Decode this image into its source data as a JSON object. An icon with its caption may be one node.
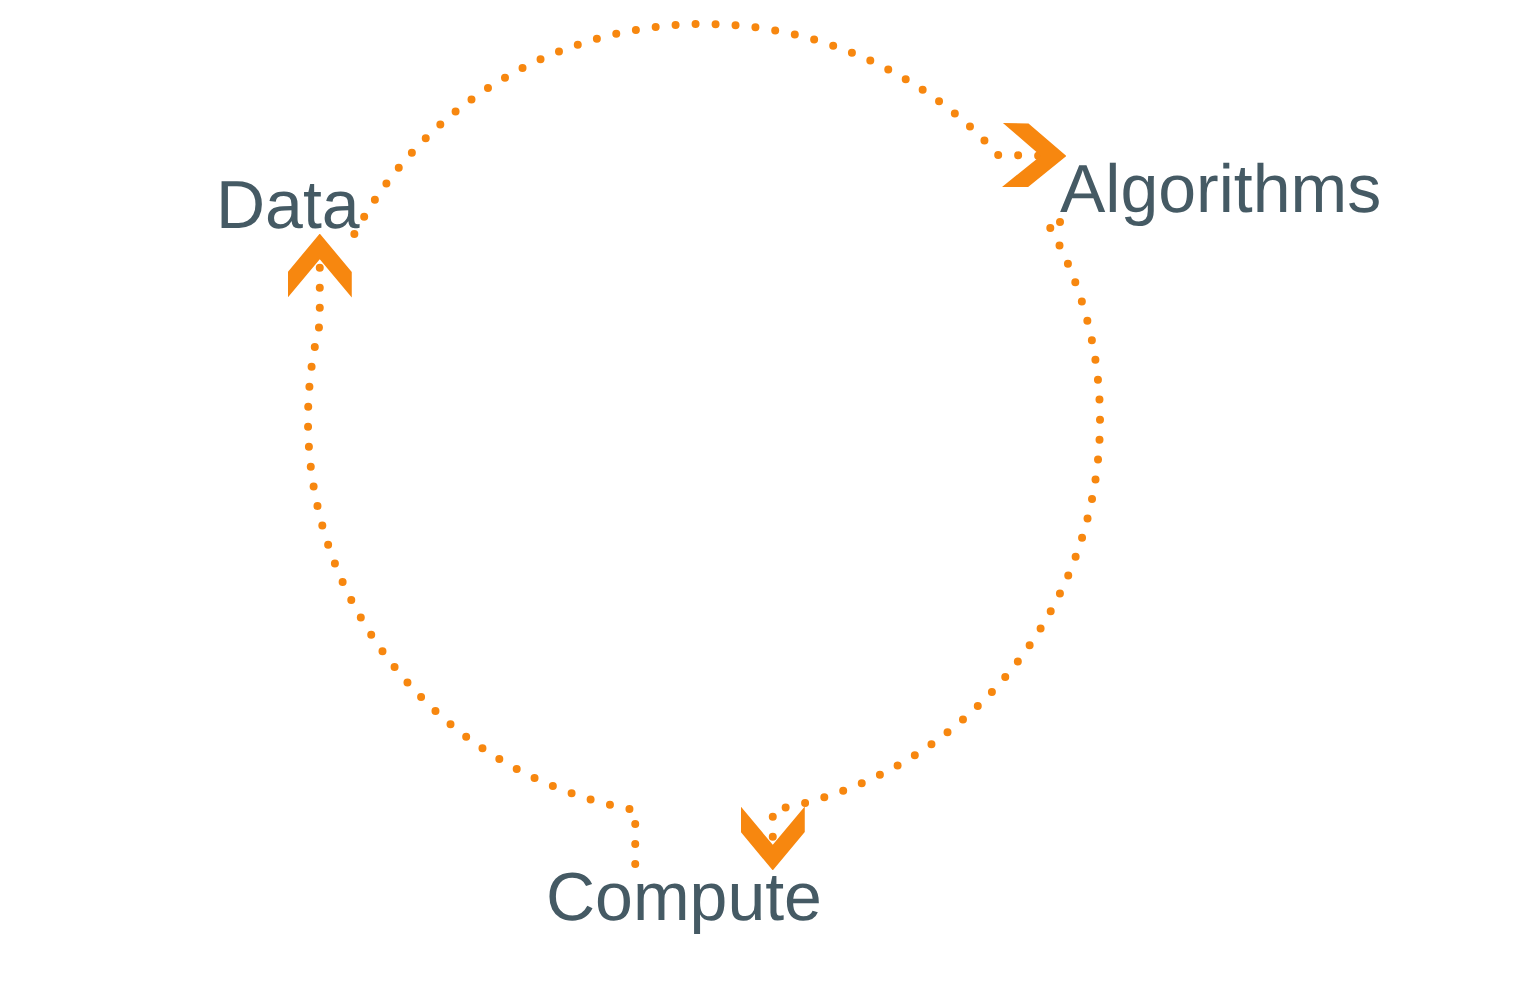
{
  "diagram": {
    "nodes": [
      {
        "text": [
          "Data"
        ]
      },
      {
        "text": [
          "Algorithms"
        ]
      },
      {
        "text": [
          "Compute"
        ]
      }
    ],
    "edges": [
      {
        "from": 0,
        "to": 1,
        "arrow": "to",
        "style": "dashed"
      },
      {
        "from": 1,
        "to": 2,
        "arrow": "to",
        "style": "dashed"
      },
      {
        "from": 2,
        "to": 0,
        "arrow": "to",
        "style": "dashed"
      }
    ]
  }
}
